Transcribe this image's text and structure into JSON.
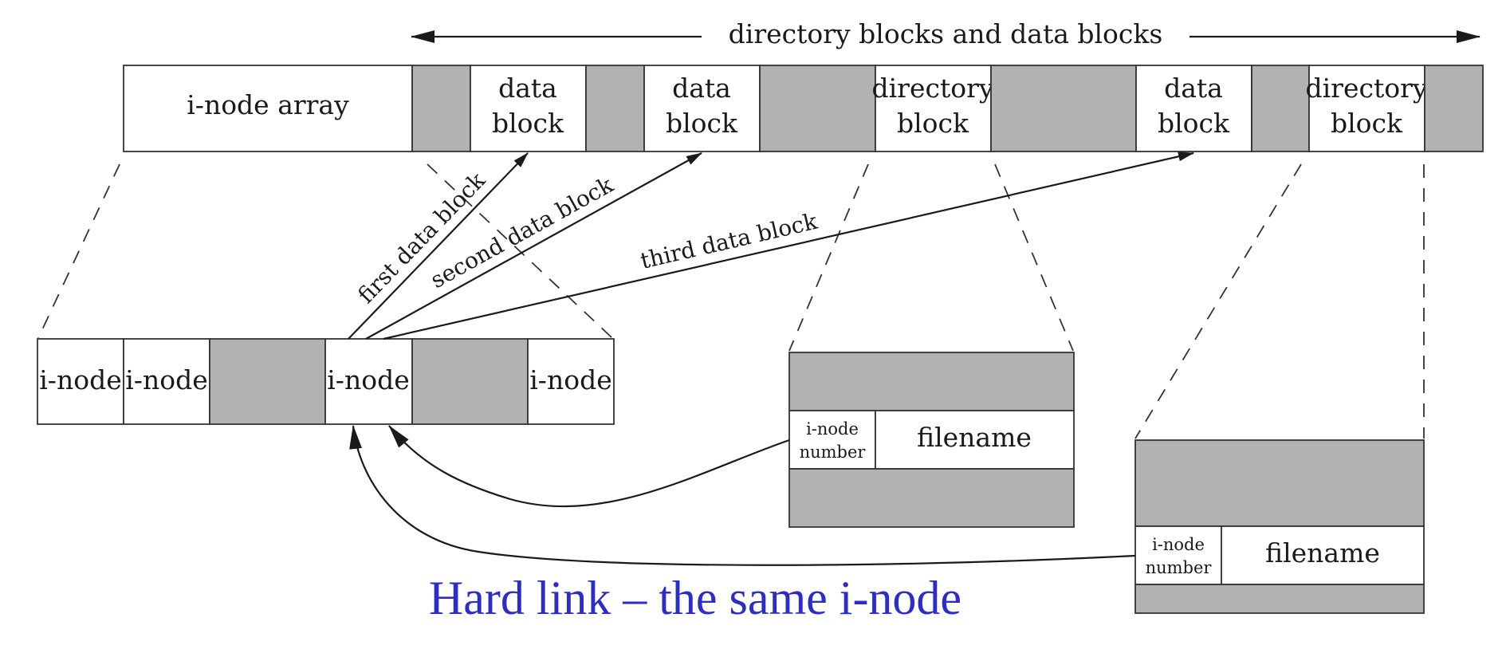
{
  "header_label": "directory blocks and data blocks",
  "disk": {
    "inode_array_label": "i-node array",
    "block_labels": [
      [
        "data",
        "block"
      ],
      [
        "data",
        "block"
      ],
      [
        "directory",
        "block"
      ],
      [
        "data",
        "block"
      ],
      [
        "directory",
        "block"
      ]
    ]
  },
  "inode_table": {
    "cells": [
      "i-node",
      "i-node",
      "",
      "i-node",
      "",
      "i-node"
    ]
  },
  "arrows": {
    "first": "first data block",
    "second": "second data block",
    "third": "third data block"
  },
  "dir_entries": [
    {
      "number_label": [
        "i-node",
        "number"
      ],
      "filename": "filename"
    },
    {
      "number_label": [
        "i-node",
        "number"
      ],
      "filename": "filename"
    }
  ],
  "caption": "Hard link – the same i-node",
  "colors": {
    "shade": "#b2b2b2",
    "caption": "#2c2cc8"
  }
}
